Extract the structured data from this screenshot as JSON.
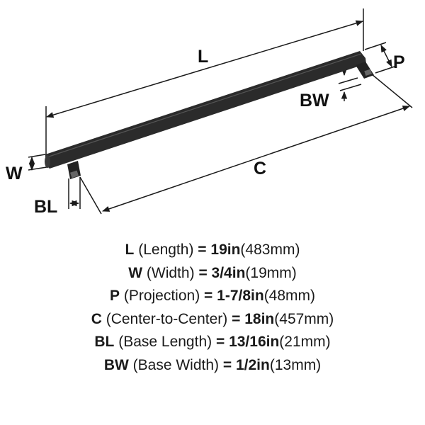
{
  "diagram": {
    "labels": {
      "L": "L",
      "P": "P",
      "BW": "BW",
      "W": "W",
      "C": "C",
      "BL": "BL"
    }
  },
  "specs": [
    {
      "code": "L",
      "name": "(Length)",
      "eq": "=",
      "imperial": "19in",
      "metric": "(483mm)"
    },
    {
      "code": "W",
      "name": "(Width)",
      "eq": "=",
      "imperial": "3/4in",
      "metric": "(19mm)"
    },
    {
      "code": "P",
      "name": "(Projection)",
      "eq": "=",
      "imperial": "1-7/8in",
      "metric": "(48mm)"
    },
    {
      "code": "C",
      "name": "(Center-to-Center)",
      "eq": "=",
      "imperial": "18in",
      "metric": "(457mm)"
    },
    {
      "code": "BL",
      "name": "(Base Length)",
      "eq": "=",
      "imperial": "13/16in",
      "metric": "(21mm)"
    },
    {
      "code": "BW",
      "name": "(Base Width)",
      "eq": "=",
      "imperial": "1/2in",
      "metric": "(13mm)"
    }
  ],
  "colors": {
    "line": "#1a1a1a",
    "bar": "#2b2b2b"
  }
}
